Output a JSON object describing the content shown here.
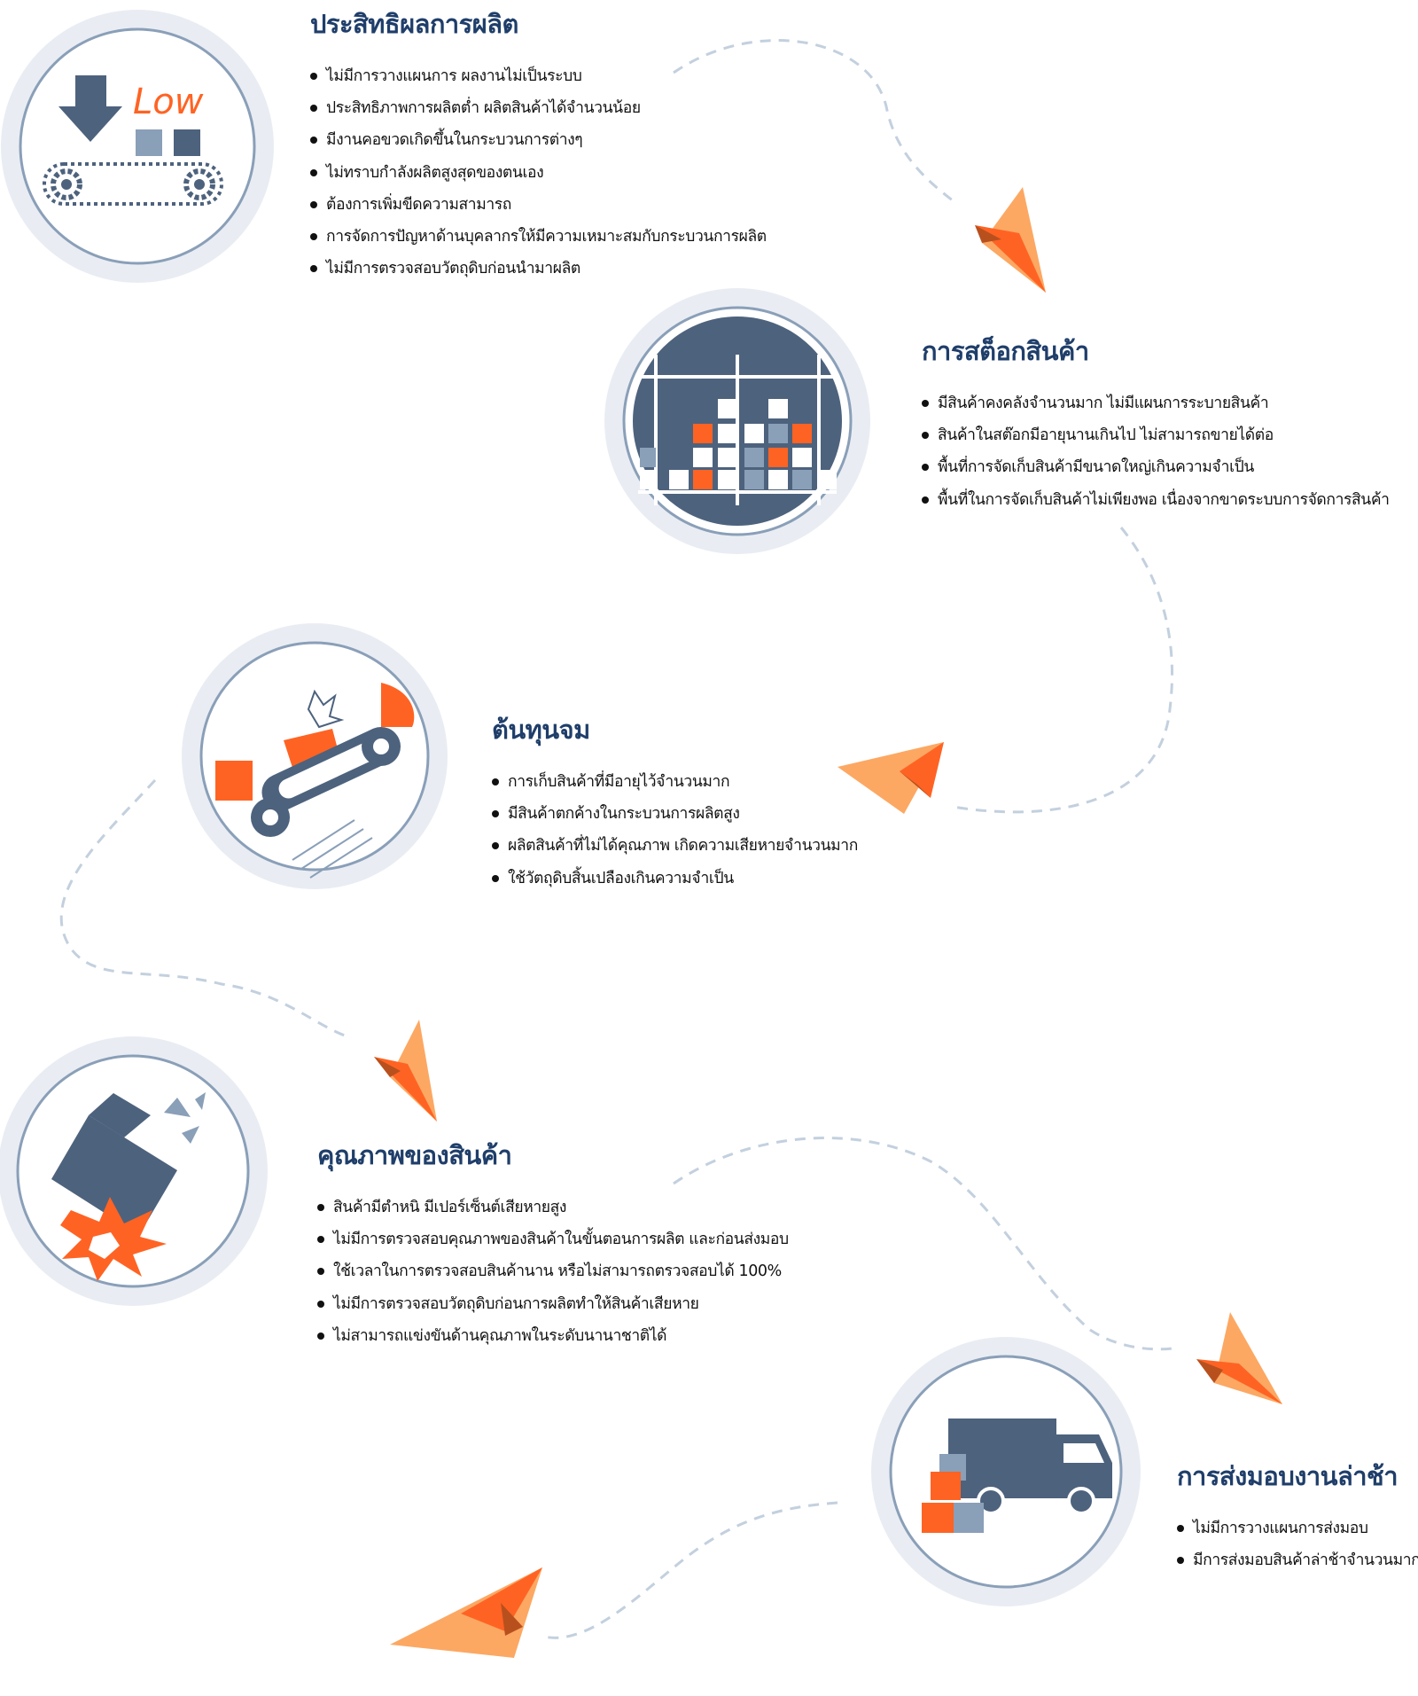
{
  "sections": [
    {
      "id": "production-efficiency",
      "title": "ประสิทธิผลการผลิต",
      "icon": "low-production-conveyor-icon",
      "icon_label": "Low",
      "items": [
        "ไม่มีการวางแผนการ ผลงานไม่เป็นระบบ",
        "ประสิทธิภาพการผลิตต่ำ ผลิตสินค้าได้จำนวนน้อย",
        "มีงานคอขวดเกิดขึ้นในกระบวนการต่างๆ",
        "ไม่ทราบกำลังผลิตสูงสุดของตนเอง",
        "ต้องการเพิ่มขีดความสามารถ",
        "การจัดการปัญหาด้านบุคลากรให้มีความเหมาะสมกับกระบวนการผลิต",
        "ไม่มีการตรวจสอบวัตถุดิบก่อนนำมาผลิต"
      ]
    },
    {
      "id": "inventory",
      "title": "การสต็อกสินค้า",
      "icon": "warehouse-shelf-icon",
      "items": [
        "มีสินค้าคงคลังจำนวนมาก ไม่มีแผนการระบายสินค้า",
        "สินค้าในสต๊อกมีอายุนานเกินไป ไม่สามารถขายได้ต่อ",
        "พื้นที่การจัดเก็บสินค้ามีขนาดใหญ่เกินความจำเป็น",
        "พื้นที่ในการจัดเก็บสินค้าไม่เพียงพอ เนื่องจากขาดระบบการจัดการสินค้า"
      ]
    },
    {
      "id": "sunk-cost",
      "title": "ต้นทุนจม",
      "icon": "broken-conveyor-icon",
      "items": [
        "การเก็บสินค้าที่มีอายุไว้จำนวนมาก",
        "มีสินค้าตกค้างในกระบวนการผลิตสูง",
        "ผลิตสินค้าที่ไม่ได้คุณภาพ เกิดความเสียหายจำนวนมาก",
        "ใช้วัตถุดิบสิ้นเปลืองเกินความจำเป็น"
      ]
    },
    {
      "id": "product-quality",
      "title": "คุณภาพของสินค้า",
      "icon": "damaged-box-icon",
      "items": [
        "สินค้ามีตำหนิ มีเปอร์เซ็นต์เสียหายสูง",
        "ไม่มีการตรวจสอบคุณภาพของสินค้าในขั้นตอนการผลิต และก่อนส่งมอบ",
        "ใช้เวลาในการตรวจสอบสินค้านาน หรือไม่สามารถตรวจสอบได้ 100%",
        "ไม่มีการตรวจสอบวัตถุดิบก่อนการผลิตทำให้สินค้าเสียหาย",
        "ไม่สามารถแข่งขันด้านคุณภาพในระดับนานาชาติได้"
      ]
    },
    {
      "id": "late-delivery",
      "title": "การส่งมอบงานล่าช้า",
      "icon": "delivery-truck-icon",
      "items": [
        "ไม่มีการวางแผนการส่งมอบ",
        "มีการส่งมอบสินค้าล่าช้าจำนวนมาก"
      ]
    }
  ],
  "colors": {
    "navy": "#4d627d",
    "title": "#1f3e6a",
    "orange": "#ff6323",
    "light_orange": "#fca863",
    "dark_orange": "#b8501e",
    "steel": "#8a9fb8",
    "ring": "#e4e9f0",
    "dash": "#c3d0de"
  }
}
